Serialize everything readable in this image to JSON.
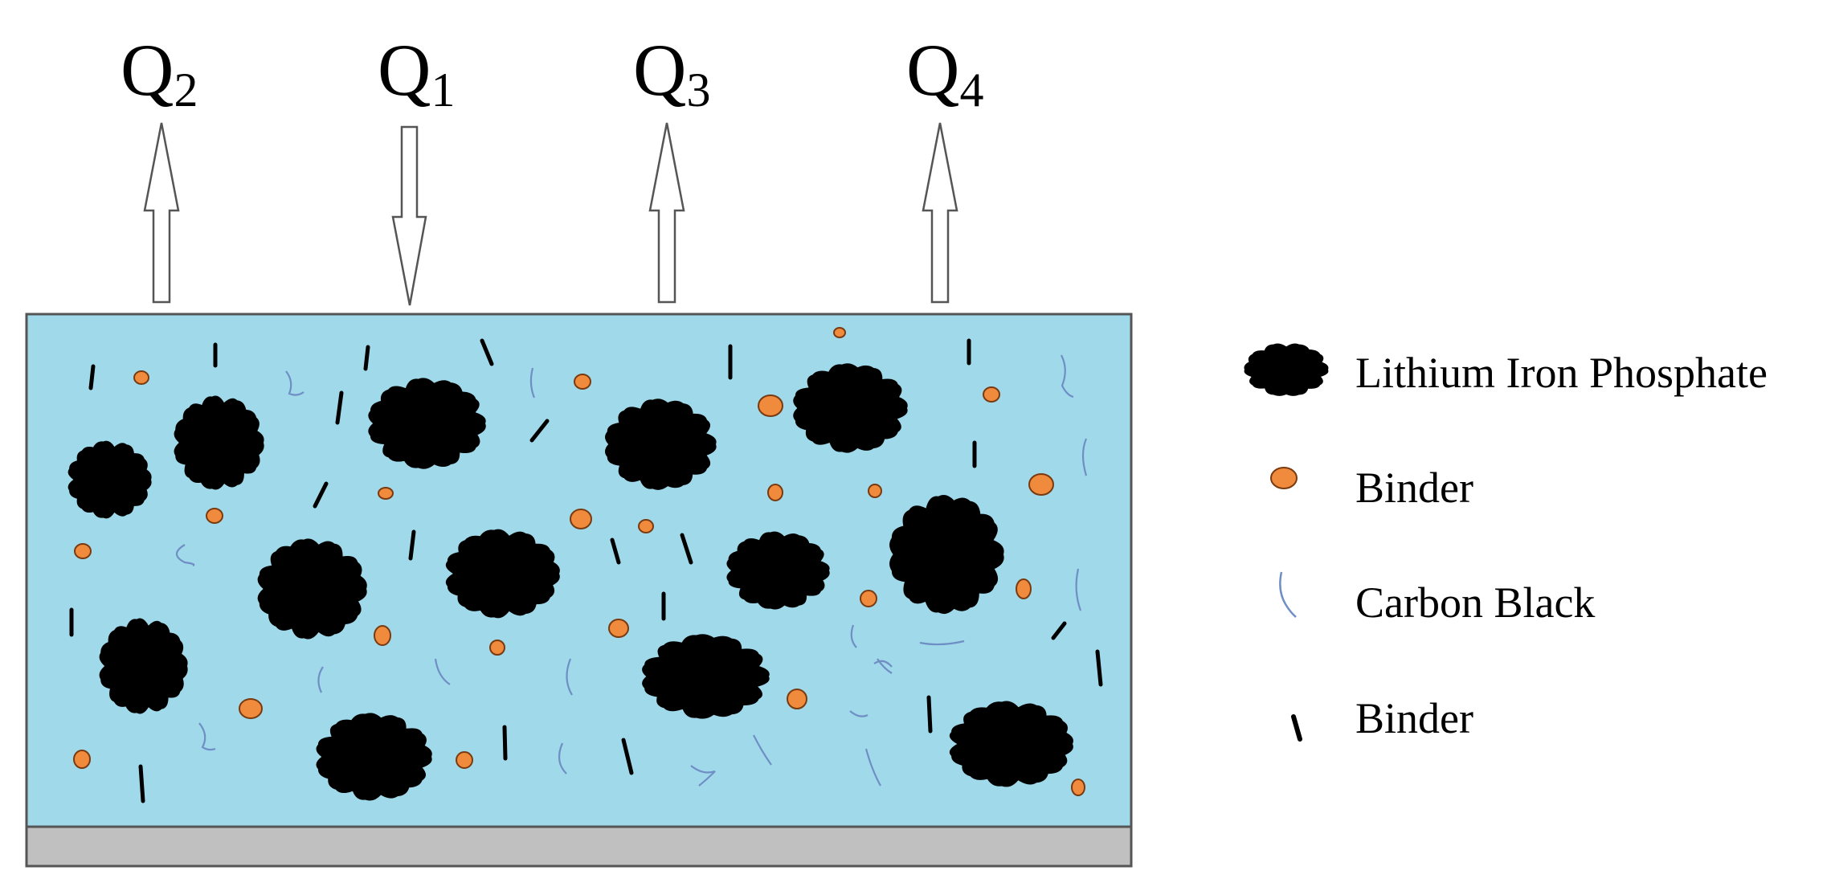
{
  "heat_flows": [
    {
      "id": "Q2",
      "letter": "Q",
      "subscript": "2",
      "direction": "out"
    },
    {
      "id": "Q1",
      "letter": "Q",
      "subscript": "1",
      "direction": "in"
    },
    {
      "id": "Q3",
      "letter": "Q",
      "subscript": "3",
      "direction": "out"
    },
    {
      "id": "Q4",
      "letter": "Q",
      "subscript": "4",
      "direction": "out"
    }
  ],
  "legend": [
    {
      "key": "lfp",
      "label": "Lithium Iron Phosphate",
      "icon": "lfp-particle-icon"
    },
    {
      "key": "binder_dot",
      "label": "Binder",
      "icon": "binder-dot-icon"
    },
    {
      "key": "carbon_black",
      "label": "Carbon Black",
      "icon": "carbon-black-icon"
    },
    {
      "key": "binder_stick",
      "label": "Binder",
      "icon": "binder-stick-icon"
    }
  ],
  "colors": {
    "electrolyte": "#9fd9ea",
    "current_collector": "#c0c0c0",
    "lfp": "#000000",
    "binder_dot": "#f08a3c",
    "carbon_black": "#6f8fc4",
    "outline": "#555555"
  }
}
